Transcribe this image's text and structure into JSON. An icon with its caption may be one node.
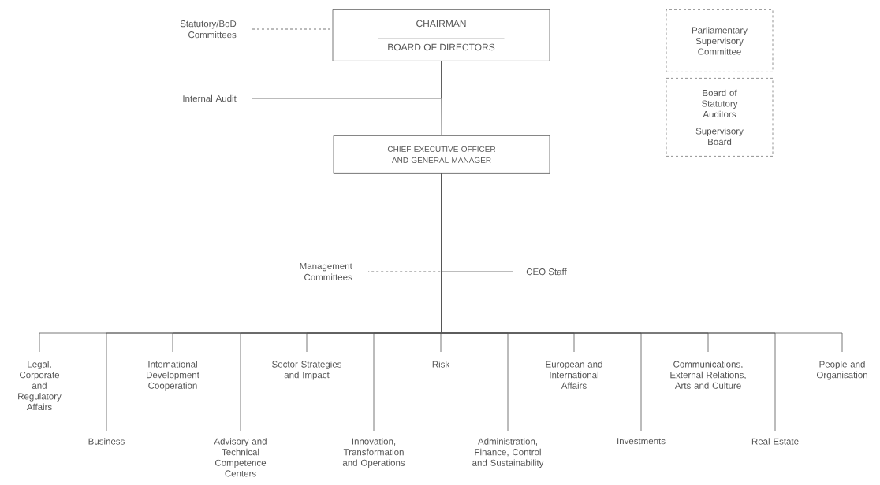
{
  "diagram": {
    "nodes": [
      {
        "text": [
          "CHAIRMAN",
          "BOARD OF DIRECTORS"
        ]
      },
      {
        "text": [
          "Statutory/BoD Committees"
        ]
      },
      {
        "text": [
          "Internal Audit"
        ]
      },
      {
        "text": [
          "CHIEF EXECUTIVE OFFICER AND GENERAL MANAGER"
        ]
      },
      {
        "text": [
          "Management Committees"
        ]
      },
      {
        "text": [
          "CEO Staff"
        ]
      },
      {
        "text": [
          "Legal, Corporate and Regulatory Affairs"
        ]
      },
      {
        "text": [
          "Business"
        ]
      },
      {
        "text": [
          "International Development Cooperation"
        ]
      },
      {
        "text": [
          "Advisory and Technical Competence Centers"
        ]
      },
      {
        "text": [
          "Sector Strategies and Impact"
        ]
      },
      {
        "text": [
          "Innovation, Transformation and Operations"
        ]
      },
      {
        "text": [
          "Risk"
        ]
      },
      {
        "text": [
          "Administration, Finance, Control and Sustainability"
        ]
      },
      {
        "text": [
          "European and International Affairs"
        ]
      },
      {
        "text": [
          "Investments"
        ]
      },
      {
        "text": [
          "Communications, External Relations, Arts and Culture"
        ]
      },
      {
        "text": [
          "Real Estate"
        ]
      },
      {
        "text": [
          "People and Organisation"
        ]
      },
      {
        "text": [
          "Parliamentary Supervisory Committee"
        ]
      },
      {
        "text": [
          "Board of Statutory Auditors",
          "Supervisory Board"
        ]
      }
    ],
    "edges": [
      {
        "from": 1,
        "to": 0,
        "arrow": "none",
        "style": "dashed"
      },
      {
        "from": 0,
        "to": 3,
        "arrow": "none"
      },
      {
        "from": 0,
        "to": 2,
        "arrow": "none"
      },
      {
        "from": 3,
        "to": 4,
        "arrow": "none",
        "style": "dashed"
      },
      {
        "from": 3,
        "to": 5,
        "arrow": "none"
      },
      {
        "from": 3,
        "to": 6,
        "arrow": "none"
      },
      {
        "from": 3,
        "to": 7,
        "arrow": "none"
      },
      {
        "from": 3,
        "to": 8,
        "arrow": "none"
      },
      {
        "from": 3,
        "to": 9,
        "arrow": "none"
      },
      {
        "from": 3,
        "to": 10,
        "arrow": "none"
      },
      {
        "from": 3,
        "to": 11,
        "arrow": "none"
      },
      {
        "from": 3,
        "to": 12,
        "arrow": "none"
      },
      {
        "from": 3,
        "to": 13,
        "arrow": "none"
      },
      {
        "from": 3,
        "to": 14,
        "arrow": "none"
      },
      {
        "from": 3,
        "to": 15,
        "arrow": "none"
      },
      {
        "from": 3,
        "to": 16,
        "arrow": "none"
      },
      {
        "from": 3,
        "to": 17,
        "arrow": "none"
      },
      {
        "from": 3,
        "to": 18,
        "arrow": "none"
      }
    ]
  }
}
